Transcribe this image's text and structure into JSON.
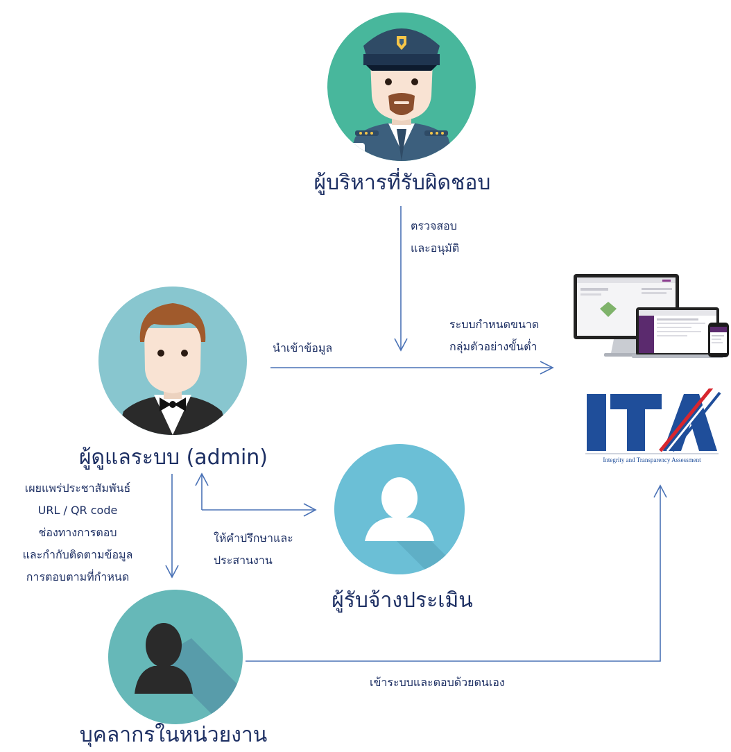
{
  "nodes": {
    "executive": {
      "label": "ผู้บริหารที่รับผิดชอบ"
    },
    "admin": {
      "label": "ผู้ดูแลระบบ (admin)"
    },
    "consultant": {
      "label": "ผู้รับจ้างประเมิน"
    },
    "staff": {
      "label": "บุคลากรในหน่วยงาน"
    }
  },
  "edges": {
    "review": {
      "line1": "ตรวจสอบ",
      "line2": "และอนุมัติ"
    },
    "import": {
      "label": "นำเข้าข้อมูล"
    },
    "system": {
      "line1": "ระบบกำหนดขนาด",
      "line2": "กลุ่มตัวอย่างขั้นต่ำ"
    },
    "publicize": {
      "line1": "เผยแพร่ประชาสัมพันธ์",
      "line2": "URL / QR code",
      "line3": "ช่องทางการตอบ",
      "line4": "และกำกับติดตามข้อมูล",
      "line5": "การตอบตามที่กำหนด"
    },
    "advise": {
      "line1": "ให้คำปรึกษาและ",
      "line2": "ประสานงาน"
    },
    "self_answer": {
      "label": "เข้าระบบและตอบด้วยตนเอง"
    }
  },
  "logo": {
    "text": "ITA",
    "subtitle": "Integrity and Transparency Assessment"
  },
  "colors": {
    "executive_bg": "#48b79c",
    "admin_bg": "#88c6cf",
    "consultant_bg": "#6bbfd6",
    "staff_bg": "#66b8b8",
    "arrow": "#4a72b6",
    "text": "#1d2f63",
    "ita_blue": "#1f4e9a"
  }
}
